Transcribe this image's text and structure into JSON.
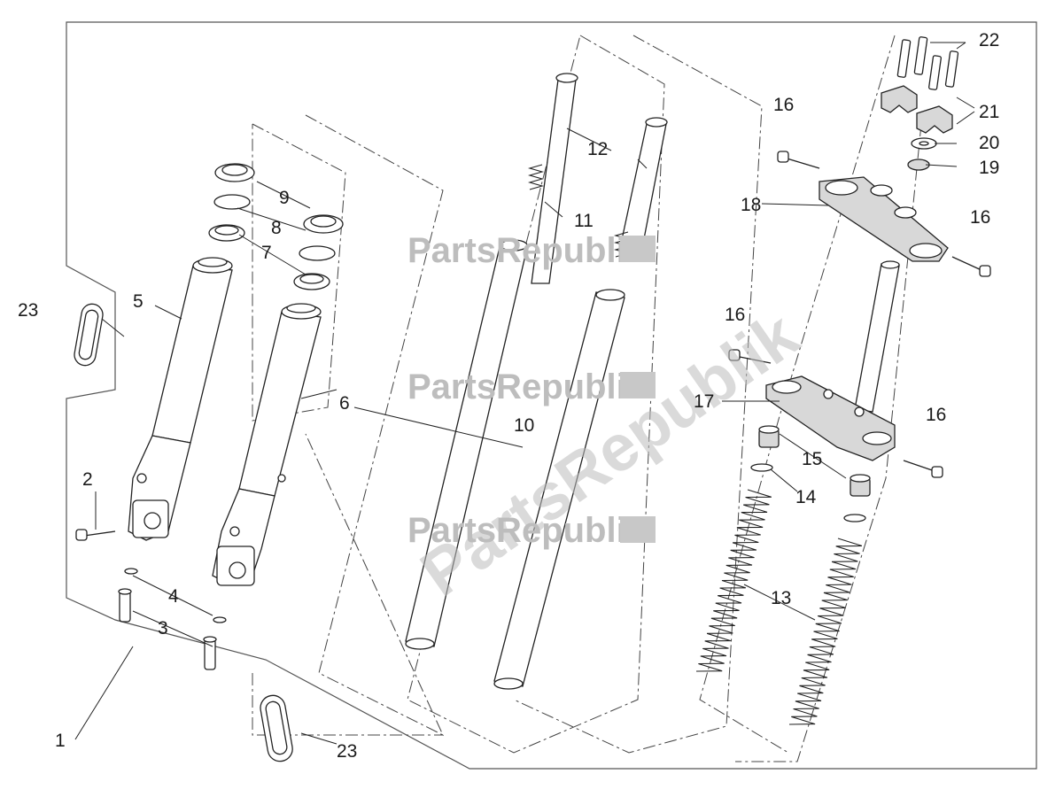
{
  "watermark": {
    "text": "PartsRepublik"
  },
  "callouts": [
    {
      "id": "1",
      "label": "1"
    },
    {
      "id": "2",
      "label": "2"
    },
    {
      "id": "3",
      "label": "3"
    },
    {
      "id": "4",
      "label": "4"
    },
    {
      "id": "5",
      "label": "5"
    },
    {
      "id": "6",
      "label": "6"
    },
    {
      "id": "7",
      "label": "7"
    },
    {
      "id": "8",
      "label": "8"
    },
    {
      "id": "9",
      "label": "9"
    },
    {
      "id": "10",
      "label": "10"
    },
    {
      "id": "11",
      "label": "11"
    },
    {
      "id": "12",
      "label": "12"
    },
    {
      "id": "13",
      "label": "13"
    },
    {
      "id": "14",
      "label": "14"
    },
    {
      "id": "15",
      "label": "15"
    },
    {
      "id": "16a",
      "label": "16"
    },
    {
      "id": "16b",
      "label": "16"
    },
    {
      "id": "16c",
      "label": "16"
    },
    {
      "id": "16d",
      "label": "16"
    },
    {
      "id": "17",
      "label": "17"
    },
    {
      "id": "18",
      "label": "18"
    },
    {
      "id": "19",
      "label": "19"
    },
    {
      "id": "20",
      "label": "20"
    },
    {
      "id": "21",
      "label": "21"
    },
    {
      "id": "22",
      "label": "22"
    },
    {
      "id": "23a",
      "label": "23"
    },
    {
      "id": "23b",
      "label": "23"
    }
  ]
}
